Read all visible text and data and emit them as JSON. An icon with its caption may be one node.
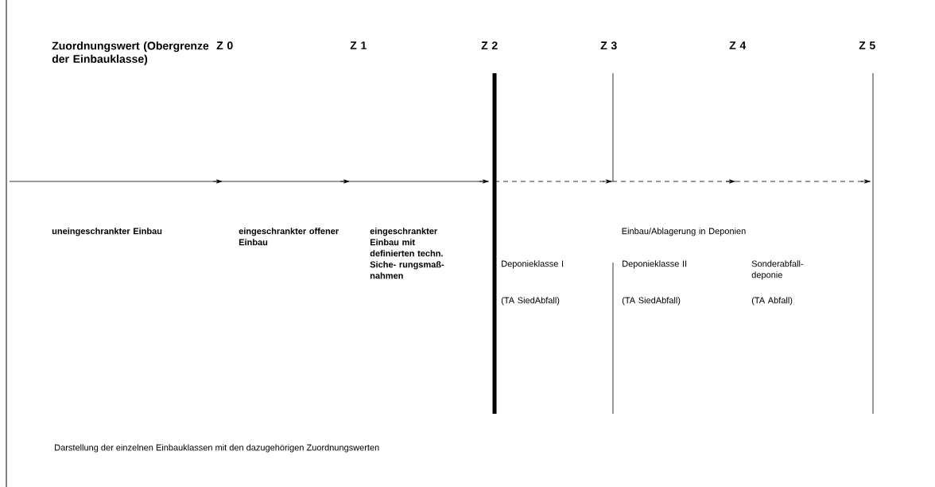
{
  "diagram": {
    "labels": [
      "Zuordnungswert (Obergrenze der Einbauklasse)",
      "Z 0",
      "Z 1",
      "Z 2",
      "Z 3",
      "Z 4",
      "Z 5",
      "uneingeschrankter Einbau",
      "eingeschrankter offener Einbau",
      "eingeschrankter Einbau mit definierten techn. Siche- rungsmaß- nahmen",
      "Einbau/Ablagerung in Deponien",
      "Deponieklasse I",
      "(TA SiedAbfall)",
      "Deponieklasse II",
      "(TA SiedAbfall)",
      "Sonderabfall- deponie",
      "(TA Abfall)"
    ],
    "caption": "Darstellung der einzelnen Einbauklassen mit den dazugehörigen Zuordnungswerten"
  }
}
